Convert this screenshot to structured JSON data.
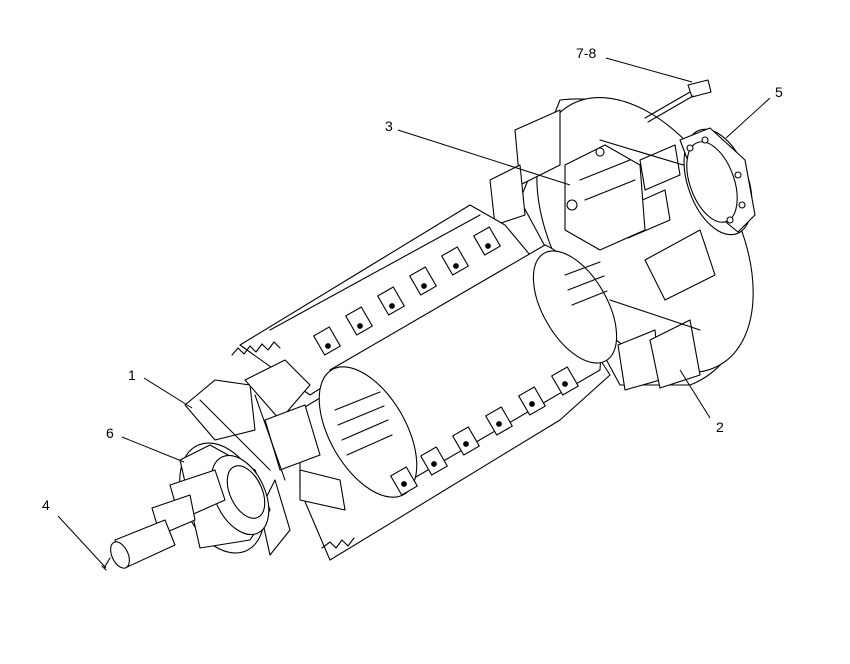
{
  "callouts": [
    {
      "id": "c1",
      "text": "1"
    },
    {
      "id": "c2",
      "text": "2"
    },
    {
      "id": "c3",
      "text": "3"
    },
    {
      "id": "c4",
      "text": "4"
    },
    {
      "id": "c5",
      "text": "5"
    },
    {
      "id": "c6",
      "text": "6"
    },
    {
      "id": "c78",
      "text": "7-8"
    }
  ],
  "colors": {
    "ink": "#000000",
    "paper": "#ffffff"
  }
}
